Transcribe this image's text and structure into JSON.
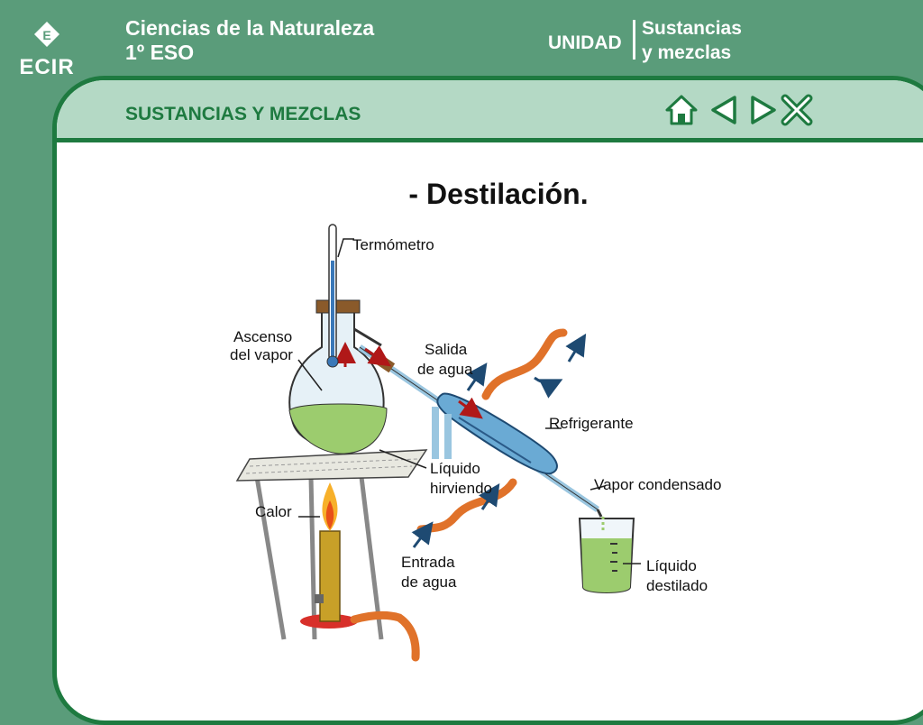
{
  "header": {
    "course_line1": "Ciencias de la Naturaleza",
    "course_line2": "1º ESO",
    "unit_label": "UNIDAD",
    "unit_name_line1": "Sustancias",
    "unit_name_line2": "y mezclas",
    "logo_text": "ECIR",
    "logo_badge": "E"
  },
  "band": {
    "section_title": "SUSTANCIAS Y MEZCLAS"
  },
  "nav": {
    "icons": [
      "home-icon",
      "previous-icon",
      "next-icon",
      "close-icon"
    ]
  },
  "main": {
    "heading": "- Destilación.",
    "labels": {
      "thermometer": "Termómetro",
      "vapor_rise_1": "Ascenso",
      "vapor_rise_2": "del vapor",
      "water_out_1": "Salida",
      "water_out_2": "de agua",
      "condenser": "Refrigerante",
      "boiling_1": "Líquido",
      "boiling_2": "hirviendo",
      "condensed_vapor": "Vapor condensado",
      "heat": "Calor",
      "water_in_1": "Entrada",
      "water_in_2": "de agua",
      "distilled_1": "Líquido",
      "distilled_2": "destilado"
    }
  },
  "colors": {
    "accent_dark": "#1e7a40",
    "page_green": "#5a9c7a",
    "band_green": "#b4d9c5",
    "liquid": "#9ccc6e",
    "hose": "#e0722a",
    "arrow": "#1e4a72"
  }
}
